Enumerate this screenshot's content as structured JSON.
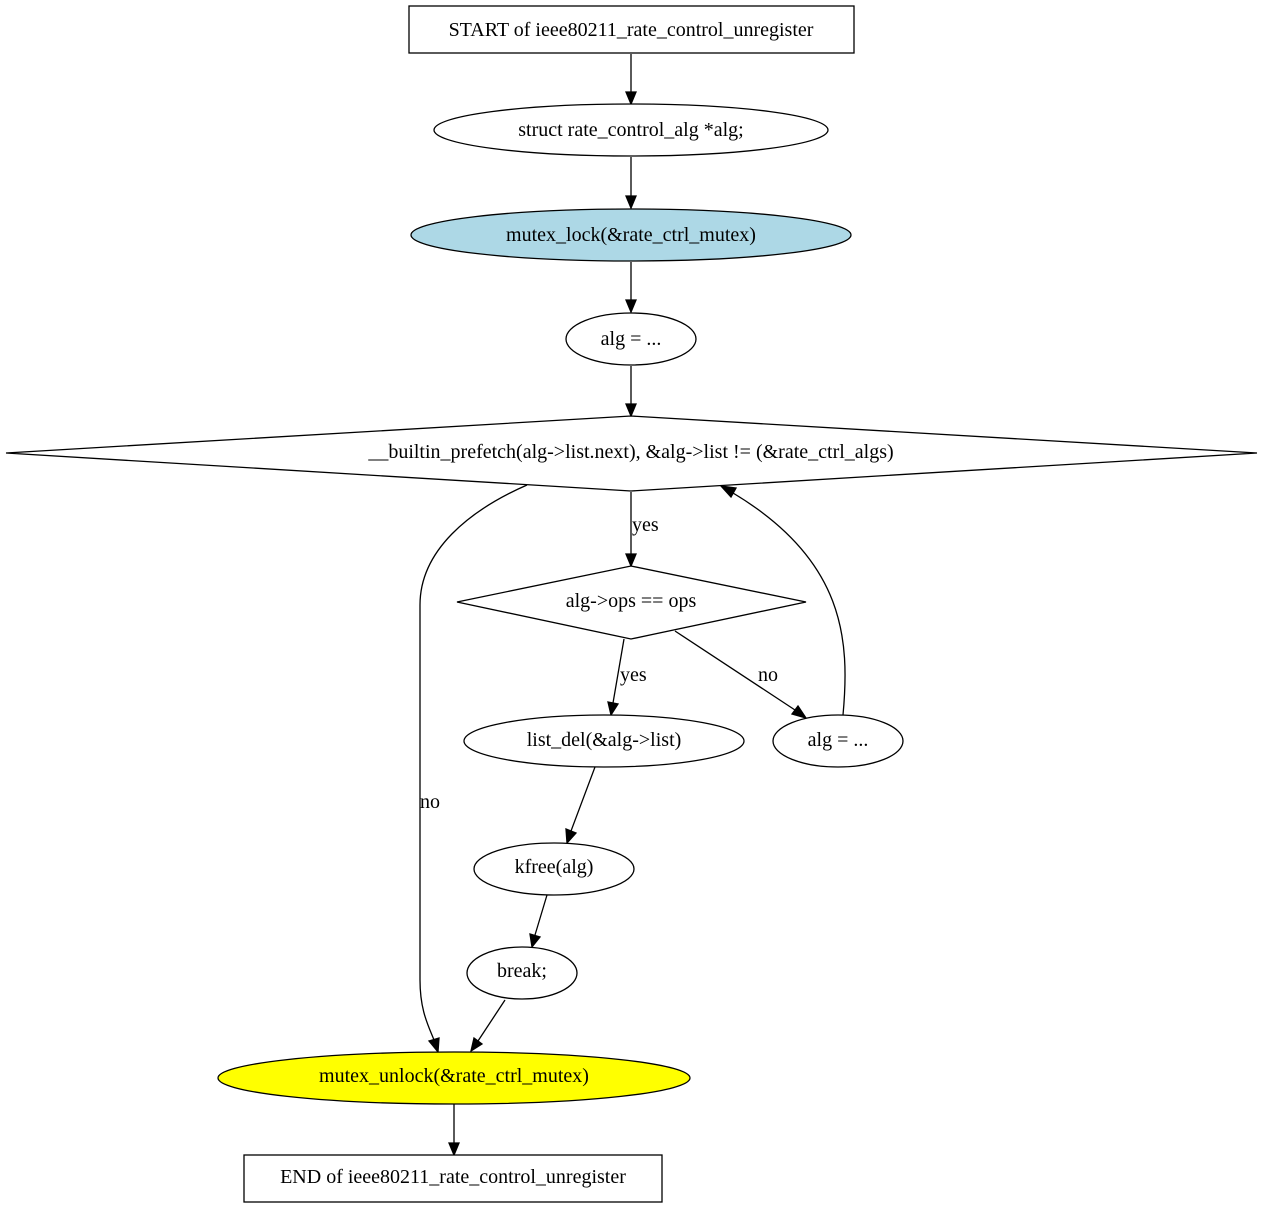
{
  "diagram": {
    "nodes": {
      "start": {
        "label": "START of ieee80211_rate_control_unregister",
        "shape": "box",
        "fill": "#ffffff"
      },
      "decl": {
        "label": "struct rate_control_alg *alg;",
        "shape": "ellipse",
        "fill": "#ffffff"
      },
      "lock": {
        "label": "mutex_lock(&rate_ctrl_mutex)",
        "shape": "ellipse",
        "fill": "#add8e6"
      },
      "init": {
        "label": "alg = ...",
        "shape": "ellipse",
        "fill": "#ffffff"
      },
      "loop_cond": {
        "label": "__builtin_prefetch(alg->list.next), &alg->list != (&rate_ctrl_algs)",
        "shape": "diamond",
        "fill": "#ffffff"
      },
      "ops_cond": {
        "label": "alg->ops == ops",
        "shape": "diamond",
        "fill": "#ffffff"
      },
      "list_del": {
        "label": "list_del(&alg->list)",
        "shape": "ellipse",
        "fill": "#ffffff"
      },
      "advance": {
        "label": "alg = ...",
        "shape": "ellipse",
        "fill": "#ffffff"
      },
      "kfree": {
        "label": "kfree(alg)",
        "shape": "ellipse",
        "fill": "#ffffff"
      },
      "brk": {
        "label": "break;",
        "shape": "ellipse",
        "fill": "#ffffff"
      },
      "unlock": {
        "label": "mutex_unlock(&rate_ctrl_mutex)",
        "shape": "ellipse",
        "fill": "#ffff00"
      },
      "end": {
        "label": "END of ieee80211_rate_control_unregister",
        "shape": "box",
        "fill": "#ffffff"
      }
    },
    "edges": {
      "loop_yes": {
        "label": "yes"
      },
      "loop_no": {
        "label": "no"
      },
      "ops_yes": {
        "label": "yes"
      },
      "ops_no": {
        "label": "no"
      }
    }
  }
}
